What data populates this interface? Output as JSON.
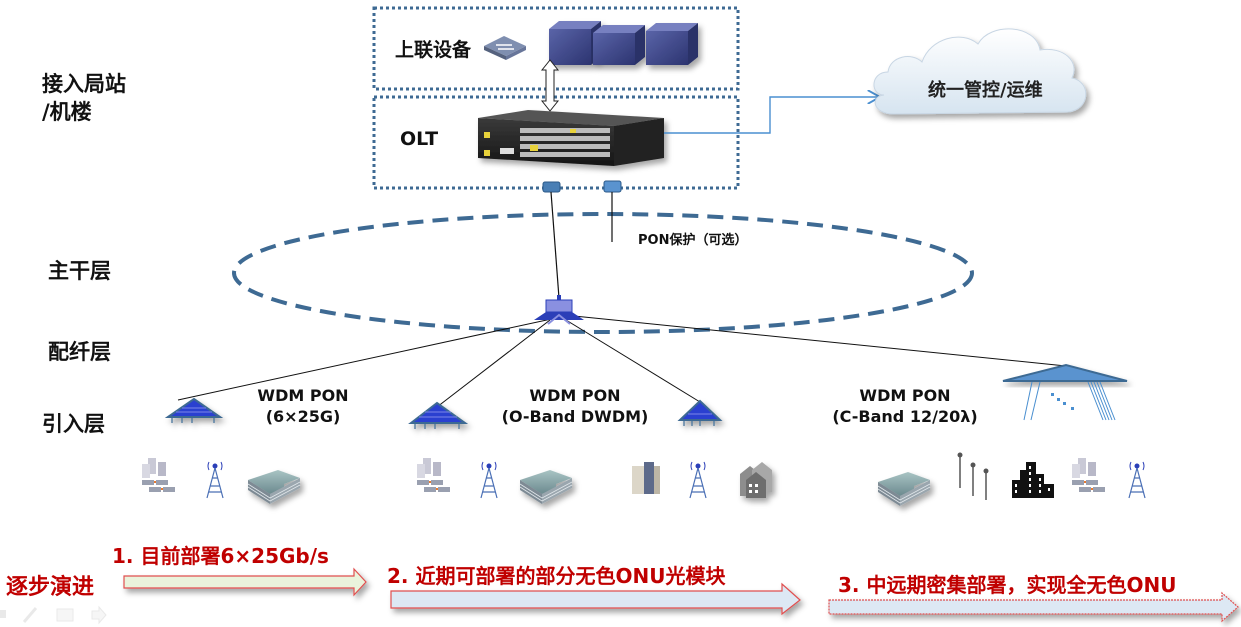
{
  "layers": [
    {
      "label": "接入局站\n/机楼",
      "line1": "接入局站",
      "line2": "/机楼"
    },
    {
      "label": "主干层"
    },
    {
      "label": "配纤层"
    },
    {
      "label": "引入层"
    }
  ],
  "uplink_box": {
    "label": "上联设备",
    "icons": [
      "switch-icon",
      "server-icon",
      "server-icon",
      "server-icon"
    ]
  },
  "olt_box": {
    "label": "OLT",
    "icon": "olt-chassis-icon"
  },
  "cloud": {
    "label": "统一管控/运维",
    "icon": "cloud-icon"
  },
  "protection": {
    "label": "PON保护（可选）"
  },
  "pon_groups": [
    {
      "line1": "WDM PON",
      "line2": "(6×25G)"
    },
    {
      "line1": "WDM PON",
      "line2": "(O-Band DWDM)"
    },
    {
      "line1": "WDM PON",
      "line2": "(C-Band 12/20λ)"
    }
  ],
  "endpoints": {
    "group1": [
      "campus-icon",
      "cell-tower-icon",
      "office-building-icon"
    ],
    "group2": [
      "campus-icon",
      "cell-tower-icon",
      "office-building-icon",
      "apartment-icon",
      "cell-tower-icon",
      "residential-icon"
    ],
    "group3": [
      "office-building-icon",
      "street-lamp-icon",
      "skyscraper-icon",
      "campus-icon",
      "cell-tower-icon"
    ]
  },
  "evolution": {
    "title": "逐步演进",
    "steps": [
      {
        "label": "1. 目前部署6×25Gb/s"
      },
      {
        "label": "2. 近期可部署的部分无色ONU光模块"
      },
      {
        "label": "3. 中远期密集部署，实现全无色ONU"
      }
    ]
  },
  "colors": {
    "step_text": "#c00000",
    "arrow1_fill": "#eaf3dc",
    "arrow2_fill": "#dde8f4",
    "arrow_border": "#e05050",
    "ring": "#3e6a93",
    "box_border": "#3e6a93",
    "splitter": "#2b3fb8"
  }
}
